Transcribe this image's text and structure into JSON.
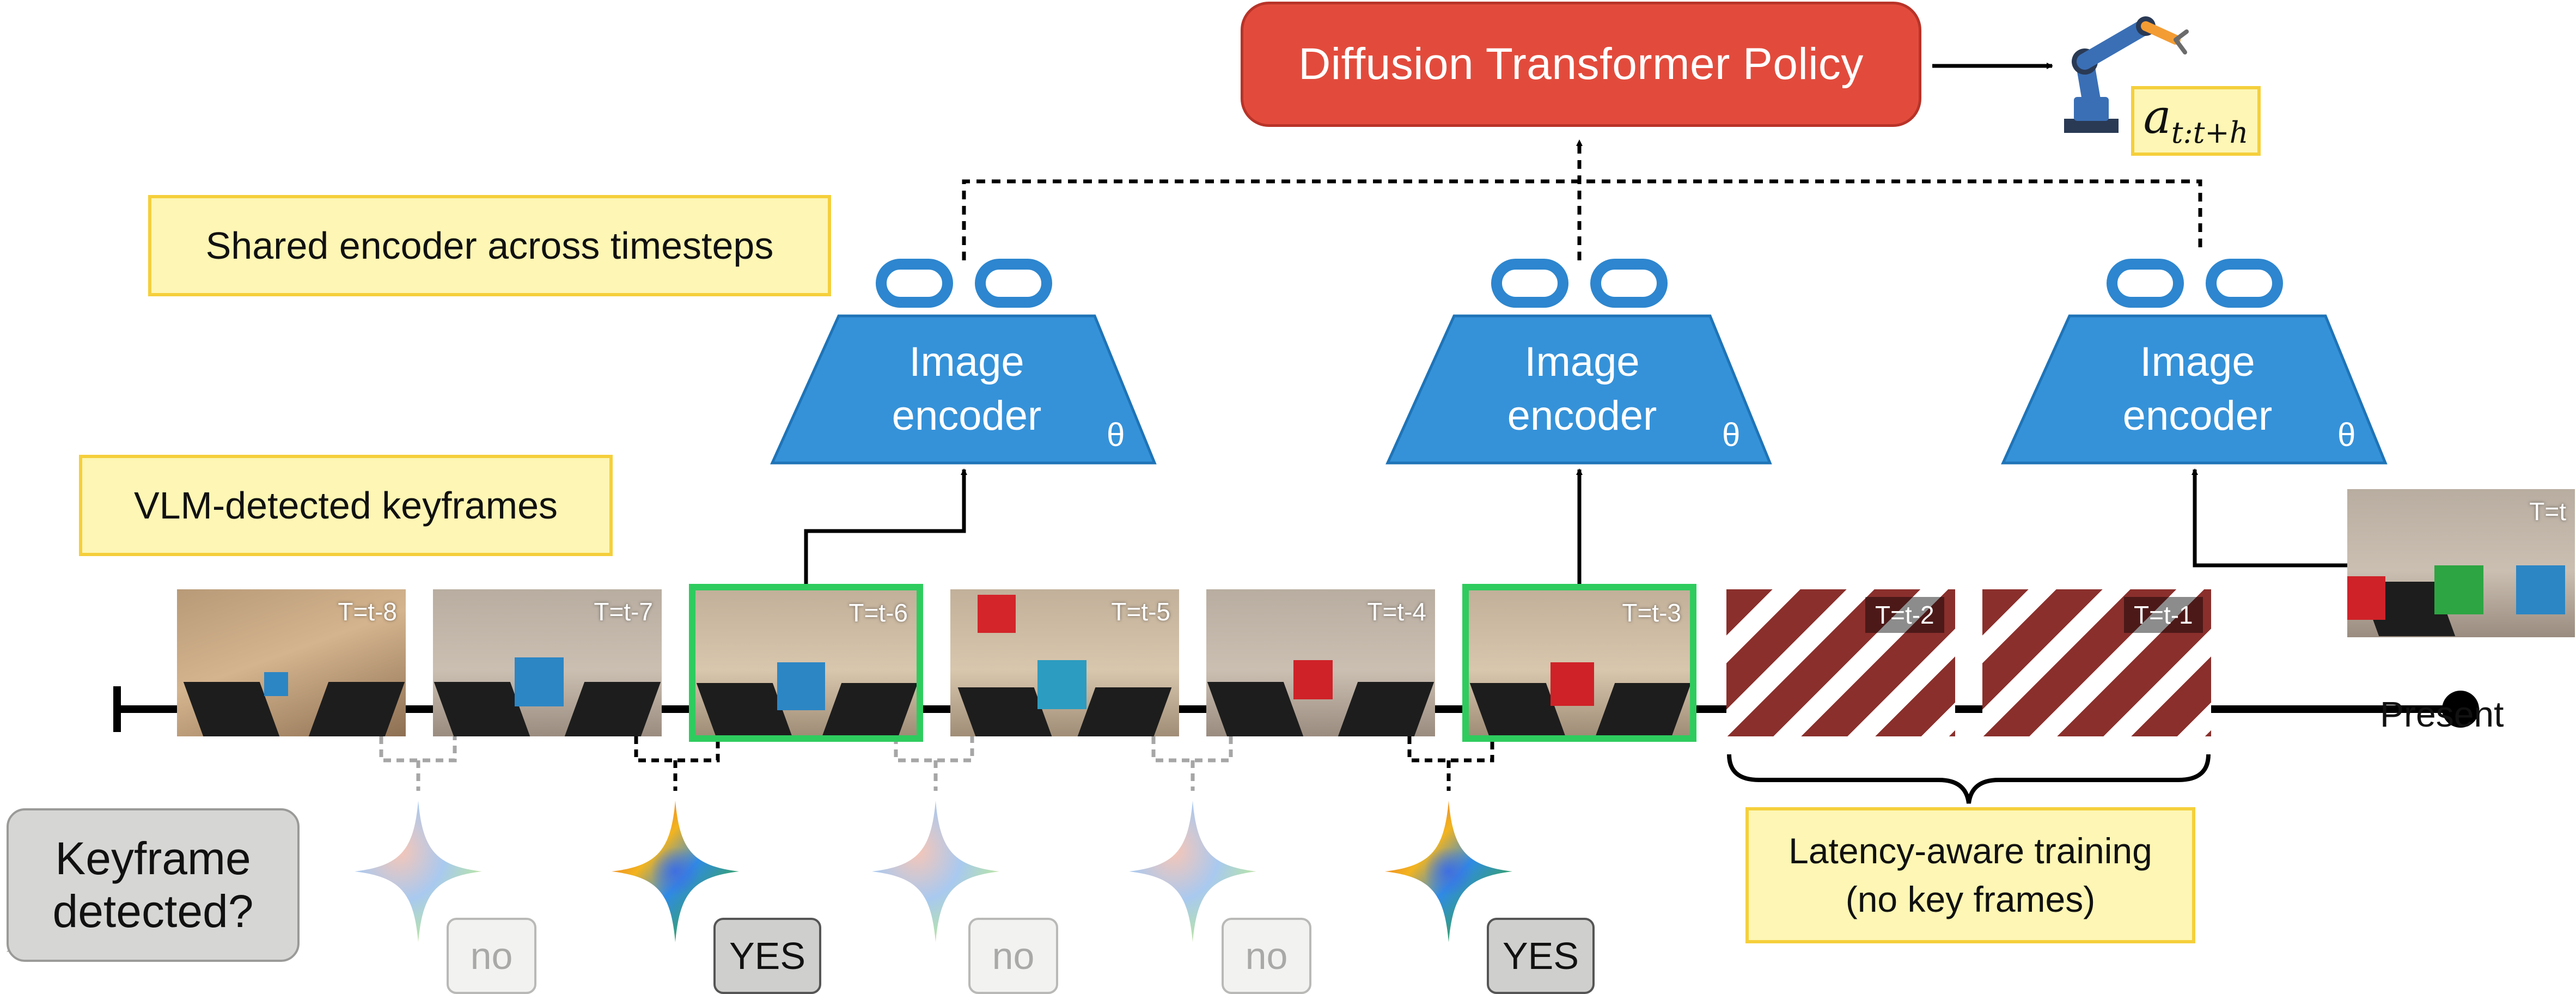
{
  "policy": {
    "title": "Diffusion Transformer Policy",
    "color": "#e24b3c"
  },
  "action": {
    "symbol": "a",
    "subscript": "t:t+h",
    "robot_icon": "robot-arm-icon"
  },
  "notes": {
    "shared_encoder": "Shared encoder across timesteps",
    "vlm_keyframes": "VLM-detected keyframes",
    "latency_line1": "Latency-aware training",
    "latency_line2": "(no key frames)"
  },
  "encoders": [
    {
      "line1": "Image",
      "line2": "encoder",
      "param": "θ"
    },
    {
      "line1": "Image",
      "line2": "encoder",
      "param": "θ"
    },
    {
      "line1": "Image",
      "line2": "encoder",
      "param": "θ"
    }
  ],
  "timeline": {
    "end_label": "Present",
    "frames": [
      {
        "label": "T=t-8",
        "keyframe": false
      },
      {
        "label": "T=t-7",
        "keyframe": false
      },
      {
        "label": "T=t-6",
        "keyframe": true
      },
      {
        "label": "T=t-5",
        "keyframe": false
      },
      {
        "label": "T=t-4",
        "keyframe": false
      },
      {
        "label": "T=t-3",
        "keyframe": true
      }
    ],
    "latency_frames": [
      {
        "label": "T=t-2"
      },
      {
        "label": "T=t-1"
      }
    ],
    "current_frame": {
      "label": "T=t"
    }
  },
  "vlm_query": {
    "line1": "Keyframe",
    "line2": "detected?"
  },
  "vlm_answers": [
    {
      "text": "no",
      "active": false
    },
    {
      "text": "YES",
      "active": true
    },
    {
      "text": "no",
      "active": false
    },
    {
      "text": "no",
      "active": false
    },
    {
      "text": "YES",
      "active": true
    }
  ],
  "colors": {
    "encoder": "#3592d9",
    "keyframe_border": "#2ecc5e",
    "note_fill": "#fdf6b4",
    "note_border": "#f5cf3b",
    "latency_hatch": "#8a2f2c"
  }
}
